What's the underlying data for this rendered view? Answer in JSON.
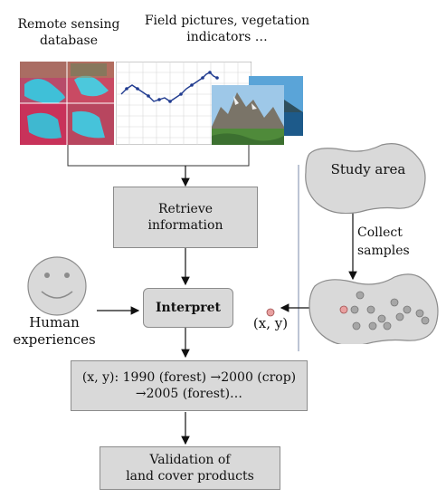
{
  "sources": {
    "remote_sensing": "Remote sensing\ndatabase",
    "field": "Field pictures, vegetation\nindicators …"
  },
  "boxes": {
    "retrieve": "Retrieve\ninformation",
    "interpret": "Interpret",
    "timeline": "(x, y): 1990 (forest) →2000 (crop)\n→2005 (forest)…",
    "validation": "Validation of\nland cover products"
  },
  "human": "Human\nexperiences",
  "study_area": "Study area",
  "collect_samples": "Collect\nsamples",
  "point_label": "(x, y)",
  "colors": {
    "box_fill": "#d9d9d9",
    "box_border": "#8c8c8c",
    "sample_dot": "#a6a6a6",
    "selected_dot": "#e8a0a0",
    "satellite_red": "#c8325a",
    "satellite_cyan": "#3fc0d8",
    "graph_line": "#1f3a8f"
  },
  "icons": [
    "smiley-face-icon",
    "satellite-image-icon",
    "line-graph-icon",
    "landscape-photo-icon"
  ]
}
